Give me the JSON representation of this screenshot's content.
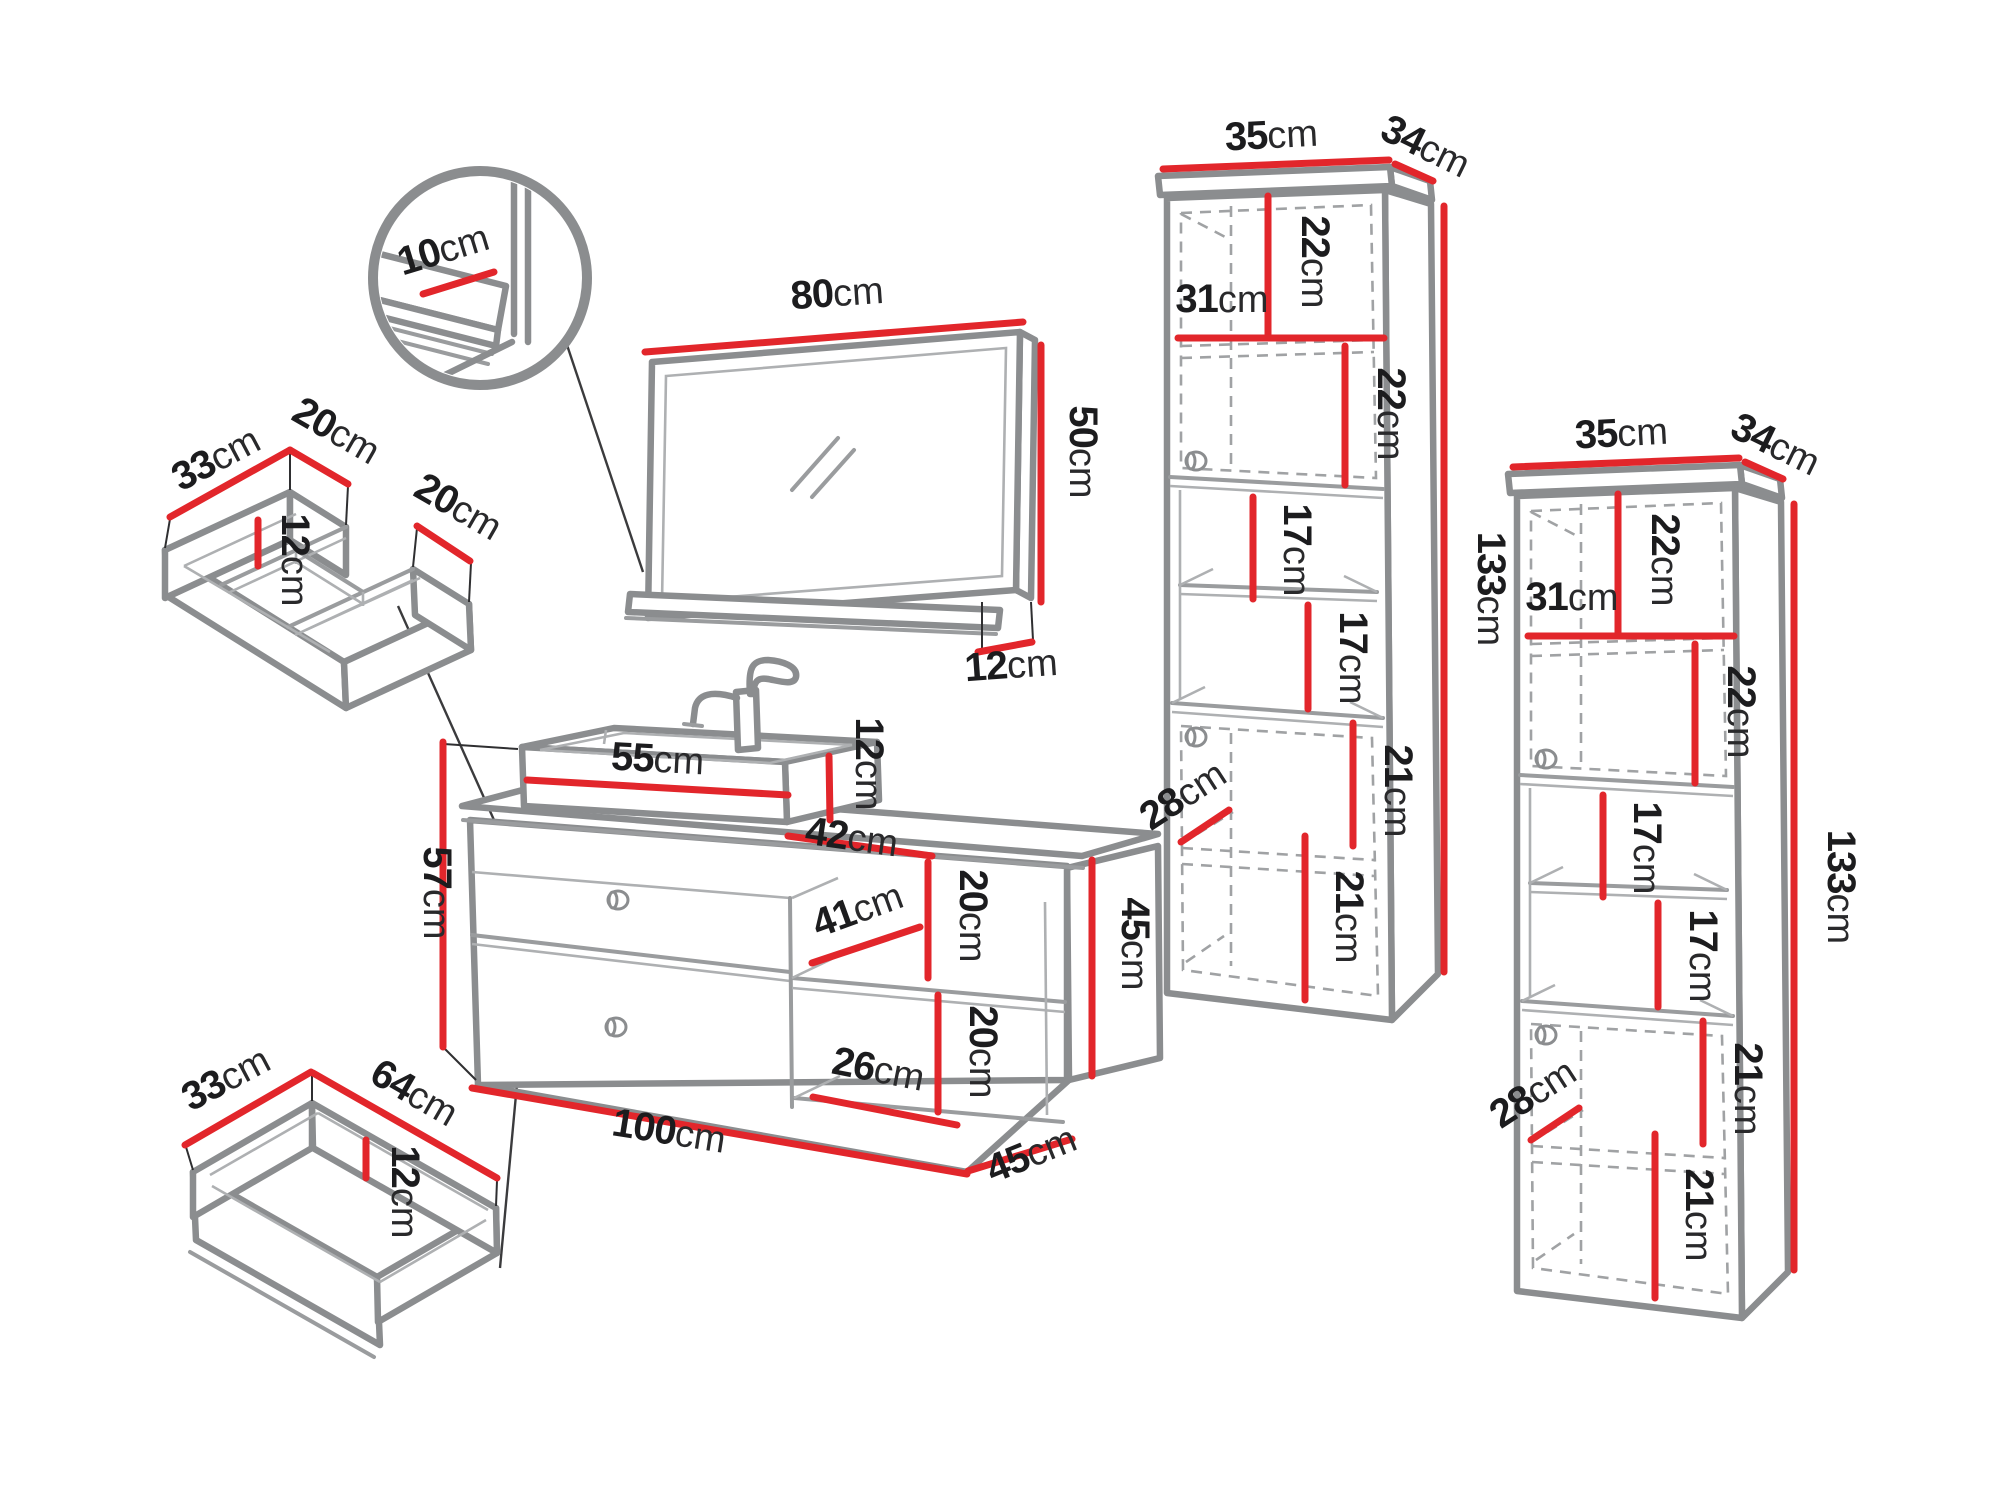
{
  "colors": {
    "background": "#ffffff",
    "line_gray": "#8b8d8f",
    "light_gray": "#aeb0b2",
    "dimension_red": "#e2262b",
    "text_black": "#1c1c1e"
  },
  "detail": {
    "shelf_depth": {
      "v": "10",
      "u": "cm"
    }
  },
  "mirror": {
    "width": {
      "v": "80",
      "u": "cm"
    },
    "height": {
      "v": "50",
      "u": "cm"
    },
    "shelf_depth": {
      "v": "12",
      "u": "cm"
    }
  },
  "insert": {
    "depth": {
      "v": "33",
      "u": "cm"
    },
    "left_width": {
      "v": "20",
      "u": "cm"
    },
    "right_width": {
      "v": "20",
      "u": "cm"
    },
    "height": {
      "v": "12",
      "u": "cm"
    }
  },
  "drawer": {
    "depth": {
      "v": "33",
      "u": "cm"
    },
    "width": {
      "v": "64",
      "u": "cm"
    },
    "height": {
      "v": "12",
      "u": "cm"
    }
  },
  "vanity": {
    "basin_width": {
      "v": "55",
      "u": "cm"
    },
    "basin_height": {
      "v": "12",
      "u": "cm"
    },
    "top_depth": {
      "v": "42",
      "u": "cm"
    },
    "front_height": {
      "v": "57",
      "u": "cm"
    },
    "shelf_depth": {
      "v": "41",
      "u": "cm"
    },
    "upper_shelf_height": {
      "v": "20",
      "u": "cm"
    },
    "lower_shelf_height": {
      "v": "20",
      "u": "cm"
    },
    "lower_shelf_width": {
      "v": "26",
      "u": "cm"
    },
    "side_height": {
      "v": "45",
      "u": "cm"
    },
    "width": {
      "v": "100",
      "u": "cm"
    },
    "depth": {
      "v": "45",
      "u": "cm"
    }
  },
  "cabinet": {
    "width": {
      "v": "35",
      "u": "cm"
    },
    "depth": {
      "v": "34",
      "u": "cm"
    },
    "top_section": {
      "v": "22",
      "u": "cm"
    },
    "inner_width": {
      "v": "31",
      "u": "cm"
    },
    "second_section": {
      "v": "22",
      "u": "cm"
    },
    "shelf_upper": {
      "v": "17",
      "u": "cm"
    },
    "shelf_lower": {
      "v": "17",
      "u": "cm"
    },
    "door_section": {
      "v": "21",
      "u": "cm"
    },
    "inner_depth": {
      "v": "28",
      "u": "cm"
    },
    "bottom_section": {
      "v": "21",
      "u": "cm"
    },
    "height": {
      "v": "133",
      "u": "cm"
    }
  }
}
